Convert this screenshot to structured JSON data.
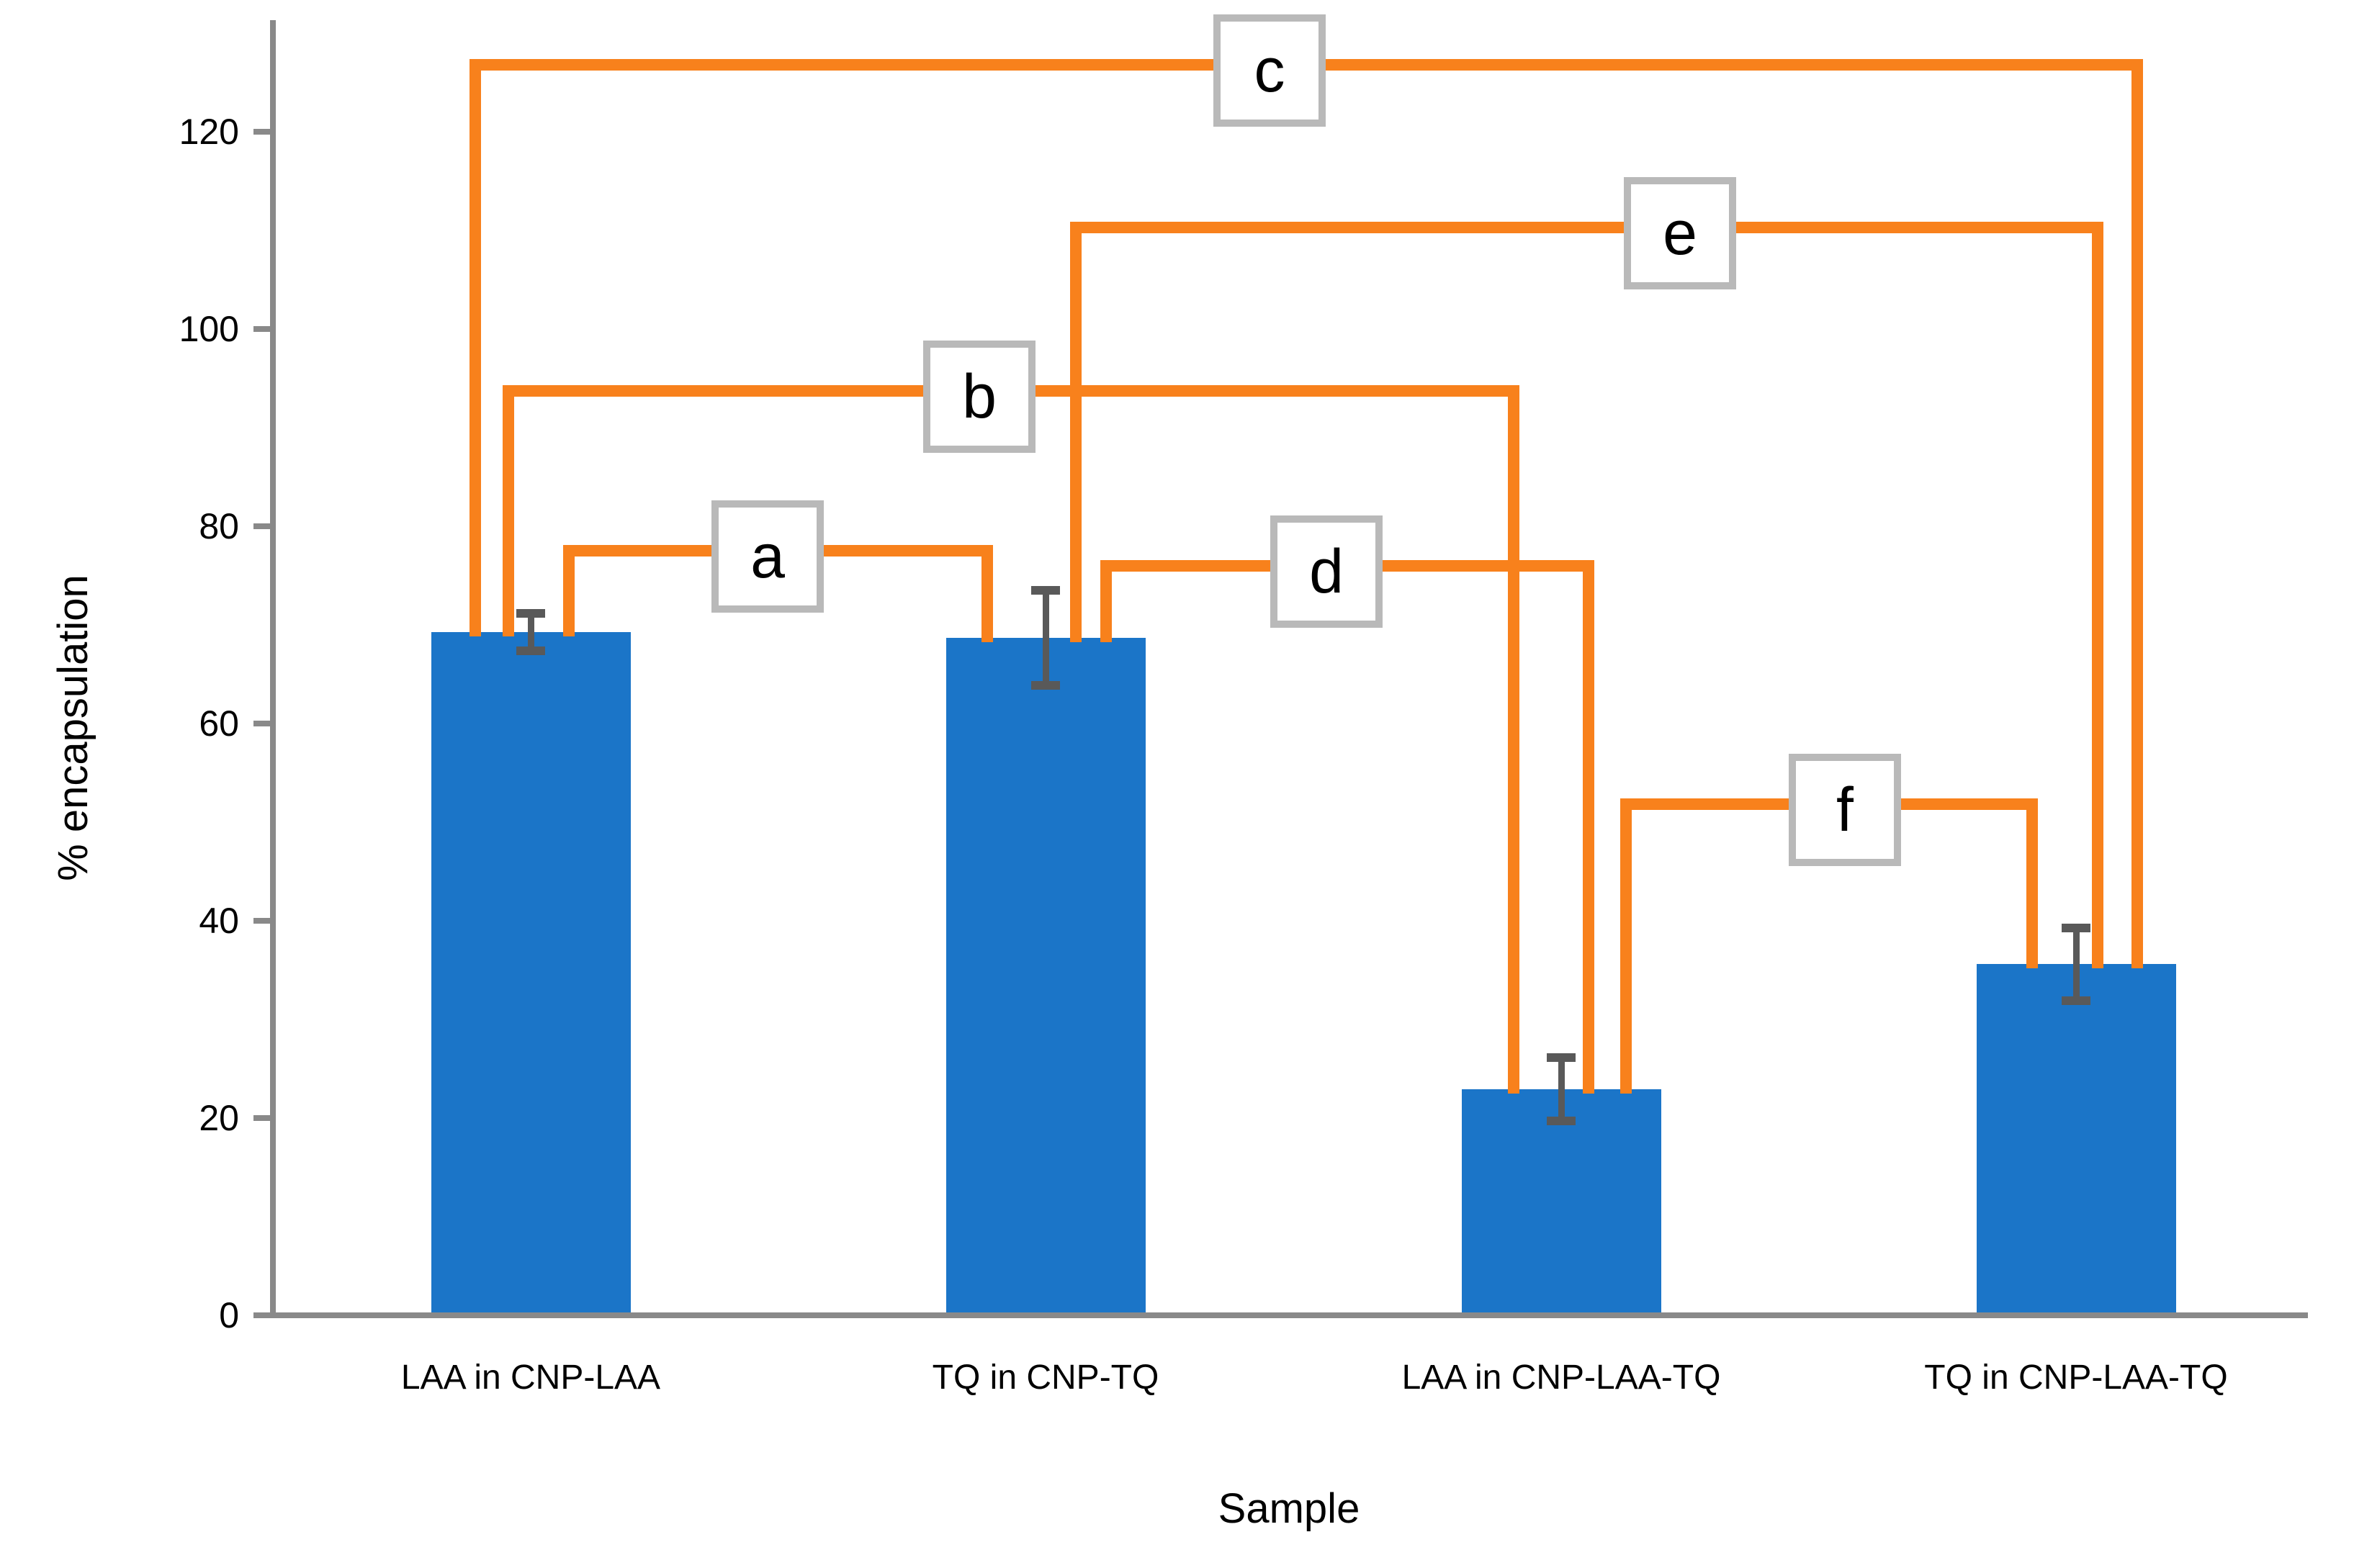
{
  "chart_data": {
    "type": "bar",
    "title": "",
    "xlabel": "Sample",
    "ylabel": "% encapsulation",
    "categories": [
      "LAA in CNP-LAA",
      "TQ in CNP-TQ",
      "LAA in CNP-LAA-TQ",
      "TQ in CNP-LAA-TQ"
    ],
    "values": [
      69.3,
      68.7,
      22.9,
      35.6
    ],
    "error_bars": [
      1.9,
      4.8,
      3.2,
      3.7
    ],
    "ylim": [
      0,
      131
    ],
    "yticks": [
      0,
      20,
      40,
      60,
      80,
      100,
      120
    ],
    "grid": false,
    "legend_position": "none",
    "bar_color": "#1B75C8",
    "significance_brackets": [
      {
        "label": "a",
        "from": 0,
        "to": 1,
        "height": 77.5
      },
      {
        "label": "b",
        "from": 0,
        "to": 2,
        "height": 93.7
      },
      {
        "label": "c",
        "from": 0,
        "to": 3,
        "height": 126.8
      },
      {
        "label": "d",
        "from": 1,
        "to": 2,
        "height": 76.0
      },
      {
        "label": "e",
        "from": 1,
        "to": 3,
        "height": 110.3
      },
      {
        "label": "f",
        "from": 2,
        "to": 3,
        "height": 51.8
      }
    ]
  },
  "colors": {
    "bar_blue": "#1B75C8",
    "bracket_orange": "#F8811C",
    "axis_gray": "#898989",
    "error_bar_gray": "#595959",
    "box_border_gray": "#B9B9B9",
    "text": "#000000"
  }
}
